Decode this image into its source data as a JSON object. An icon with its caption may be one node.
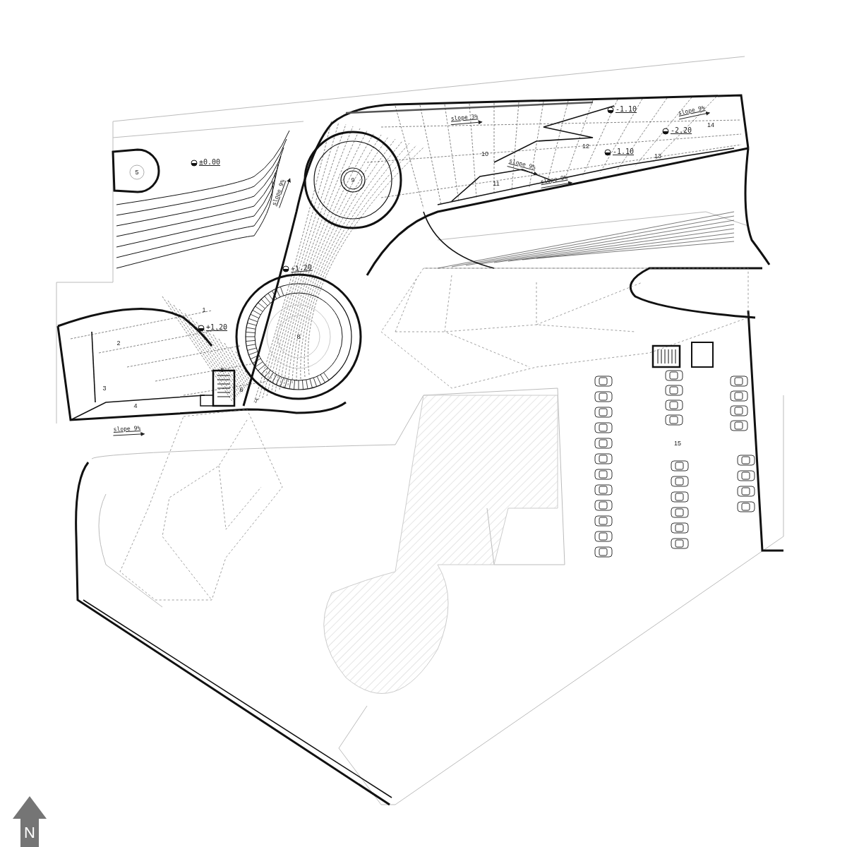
{
  "diagram": {
    "labels": [
      "-1.10",
      "slope 9%",
      "slope 3%",
      "14",
      "-2.20",
      "12",
      "-1.10",
      "10",
      "13",
      "±0.00",
      "slope 9%",
      "5",
      "9",
      "slope 9%",
      "11",
      "slope 9%",
      "+1.20",
      "1",
      "+1.20",
      "8",
      "2",
      "5",
      "3",
      "6",
      "7",
      "4",
      "slope 9%",
      "15",
      "N"
    ]
  }
}
